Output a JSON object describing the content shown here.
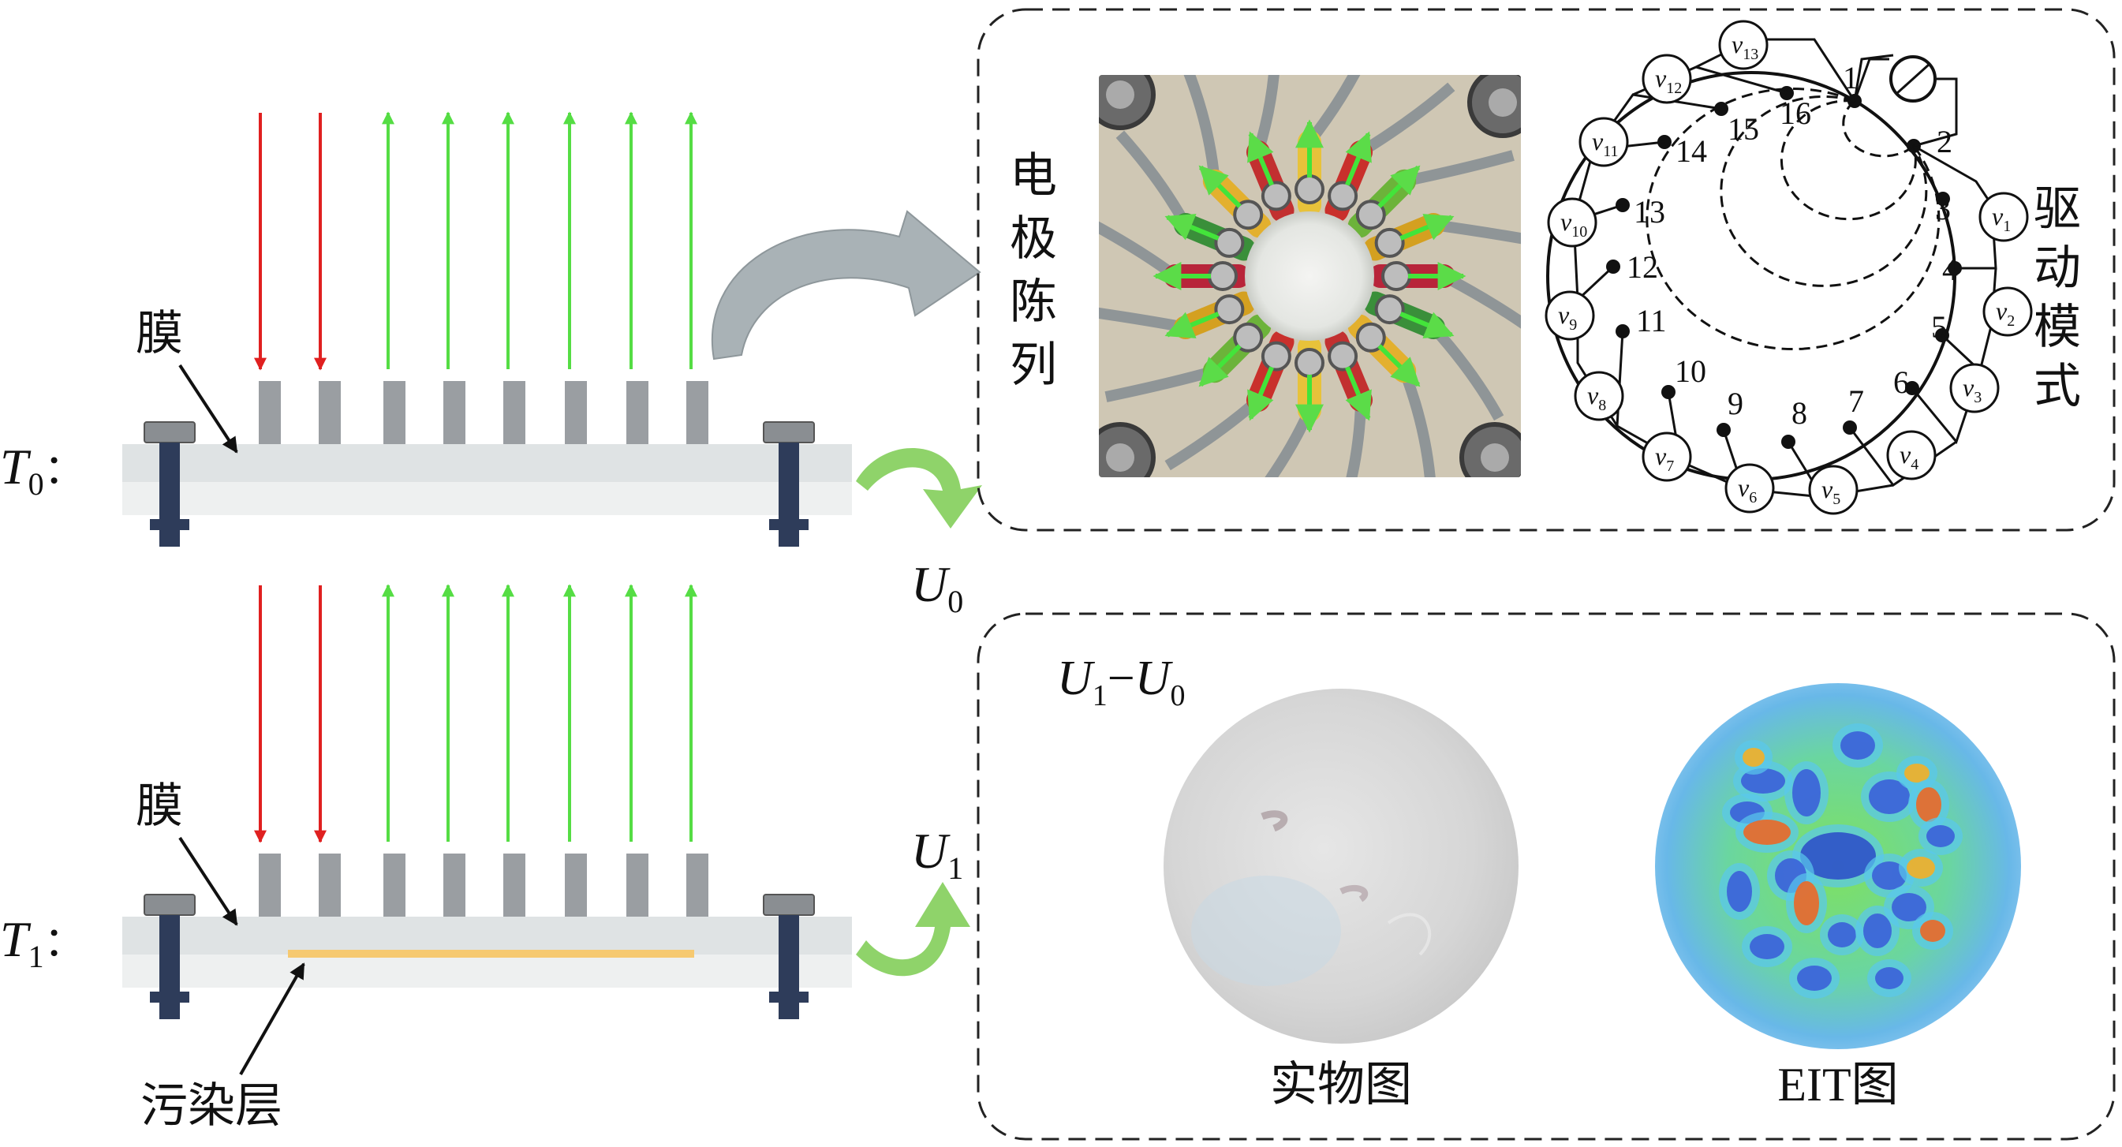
{
  "setup": {
    "t0_label": "T",
    "t0_sub": "0",
    "t1_label": "T",
    "t1_sub": "1",
    "colon": "：",
    "membrane": "膜",
    "fouling_layer": "污染层",
    "u0_label": "U",
    "u0_sub": "0",
    "u1_label": "U",
    "u1_sub": "1"
  },
  "electrode_panel": {
    "array_label_chars": [
      "电",
      "极",
      "陈",
      "列"
    ],
    "drive_mode_chars": [
      "驱",
      "动",
      "模",
      "式"
    ],
    "electrode_numbers": [
      "1",
      "2",
      "3",
      "4",
      "5",
      "6",
      "7",
      "8",
      "9",
      "10",
      "11",
      "12",
      "13",
      "14",
      "15",
      "16"
    ],
    "voltage_symbol": "v",
    "voltage_indices": [
      "1",
      "2",
      "3",
      "4",
      "5",
      "6",
      "7",
      "8",
      "9",
      "10",
      "11",
      "12",
      "13"
    ]
  },
  "result_panel": {
    "diff_label": "U",
    "diff_sub1": "1",
    "diff_minus": "−",
    "diff_sub0": "0",
    "photo_caption": "实物图",
    "eit_caption": "EIT图"
  },
  "colors": {
    "red_arrow": "#e02020",
    "green_arrow": "#55dd44",
    "electrode": "#9a9ea2",
    "membrane": "#dfe3e4",
    "bolt": "#2e3c5a",
    "bolt_head": "#8a8e92",
    "fouling": "#f6c970",
    "curved_arrow_green": "#8fd36a",
    "curved_arrow_gray": "#a9b2b6"
  }
}
